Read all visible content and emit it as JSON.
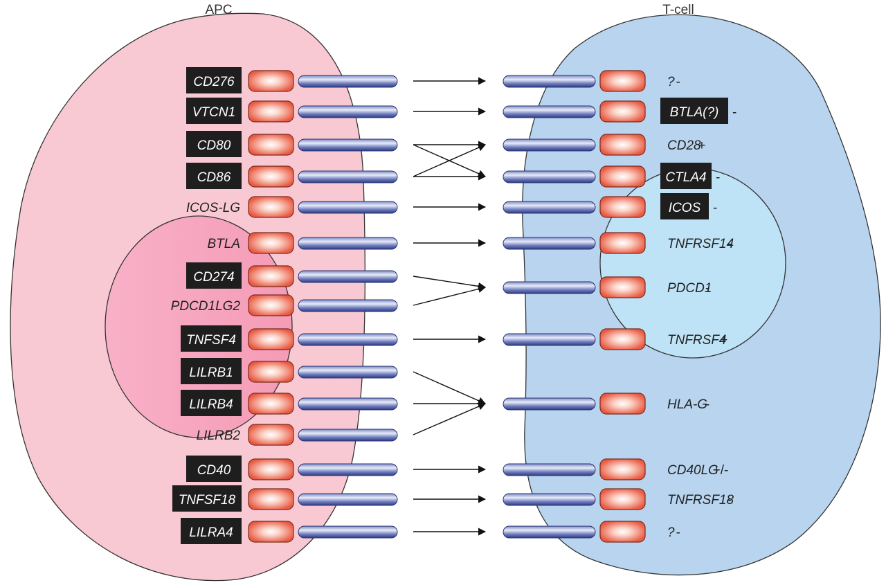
{
  "titles": {
    "left": "APC",
    "right": "T-cell"
  },
  "apc": [
    {
      "label": "CD276",
      "boxed": true
    },
    {
      "label": "VTCN1",
      "boxed": true
    },
    {
      "label": "CD80",
      "boxed": true
    },
    {
      "label": "CD86",
      "boxed": true
    },
    {
      "label": "ICOS-LG",
      "boxed": false
    },
    {
      "label": "BTLA",
      "boxed": false
    },
    {
      "label": "CD274",
      "boxed": true
    },
    {
      "label": "PDCD1LG2",
      "boxed": false
    },
    {
      "label": "TNFSF4",
      "boxed": true
    },
    {
      "label": "LILRB1",
      "boxed": true
    },
    {
      "label": "LILRB4",
      "boxed": true
    },
    {
      "label": "LILRB2",
      "boxed": false
    },
    {
      "label": "CD40",
      "boxed": true
    },
    {
      "label": "TNFSF18",
      "boxed": true
    },
    {
      "label": "LILRA4",
      "boxed": true
    }
  ],
  "tcell": [
    {
      "label": "?",
      "sign": "-",
      "boxed": false
    },
    {
      "label": "BTLA(?)",
      "sign": "-",
      "boxed": true
    },
    {
      "label": "CD28",
      "sign": "+",
      "boxed": false
    },
    {
      "label": "CTLA4",
      "sign": "-",
      "boxed": true
    },
    {
      "label": "ICOS",
      "sign": "-",
      "boxed": true
    },
    {
      "label": "TNFRSF14",
      "sign": "-",
      "boxed": false
    },
    {
      "label": "PDCD1",
      "sign": "-",
      "boxed": false
    },
    {
      "label": "TNFRSF4",
      "sign": "+",
      "boxed": false
    },
    {
      "label": "HLA-G",
      "sign": "-",
      "boxed": false
    },
    {
      "label": "CD40LG",
      "sign": "+/-",
      "boxed": false
    },
    {
      "label": "TNFRSF18",
      "sign": "-",
      "boxed": false
    },
    {
      "label": "?",
      "sign": "-",
      "boxed": false
    }
  ],
  "interactions": [
    {
      "from": "CD276",
      "to": 0
    },
    {
      "from": "VTCN1",
      "to": 1
    },
    {
      "from": "CD80",
      "to": 2
    },
    {
      "from": "CD80",
      "to": 3
    },
    {
      "from": "CD86",
      "to": 2
    },
    {
      "from": "CD86",
      "to": 3
    },
    {
      "from": "ICOS-LG",
      "to": 4
    },
    {
      "from": "BTLA",
      "to": 5
    },
    {
      "from": "CD274",
      "to": 6
    },
    {
      "from": "PDCD1LG2",
      "to": 6
    },
    {
      "from": "TNFSF4",
      "to": 7
    },
    {
      "from": "LILRB1",
      "to": 8
    },
    {
      "from": "LILRB4",
      "to": 8
    },
    {
      "from": "LILRB2",
      "to": 8
    },
    {
      "from": "CD40",
      "to": 9
    },
    {
      "from": "TNFSF18",
      "to": 10
    },
    {
      "from": "LILRA4",
      "to": 11
    }
  ],
  "colors": {
    "apc_cell": "#f9c9d3",
    "apc_inner": "#f5a0bb",
    "tcell_cell": "#b8d4ef",
    "tcell_inner": "#bfe3f6",
    "receptor": "#e8604a",
    "stalk": "#3f4f9e",
    "label_box": "#1e1e1e"
  }
}
